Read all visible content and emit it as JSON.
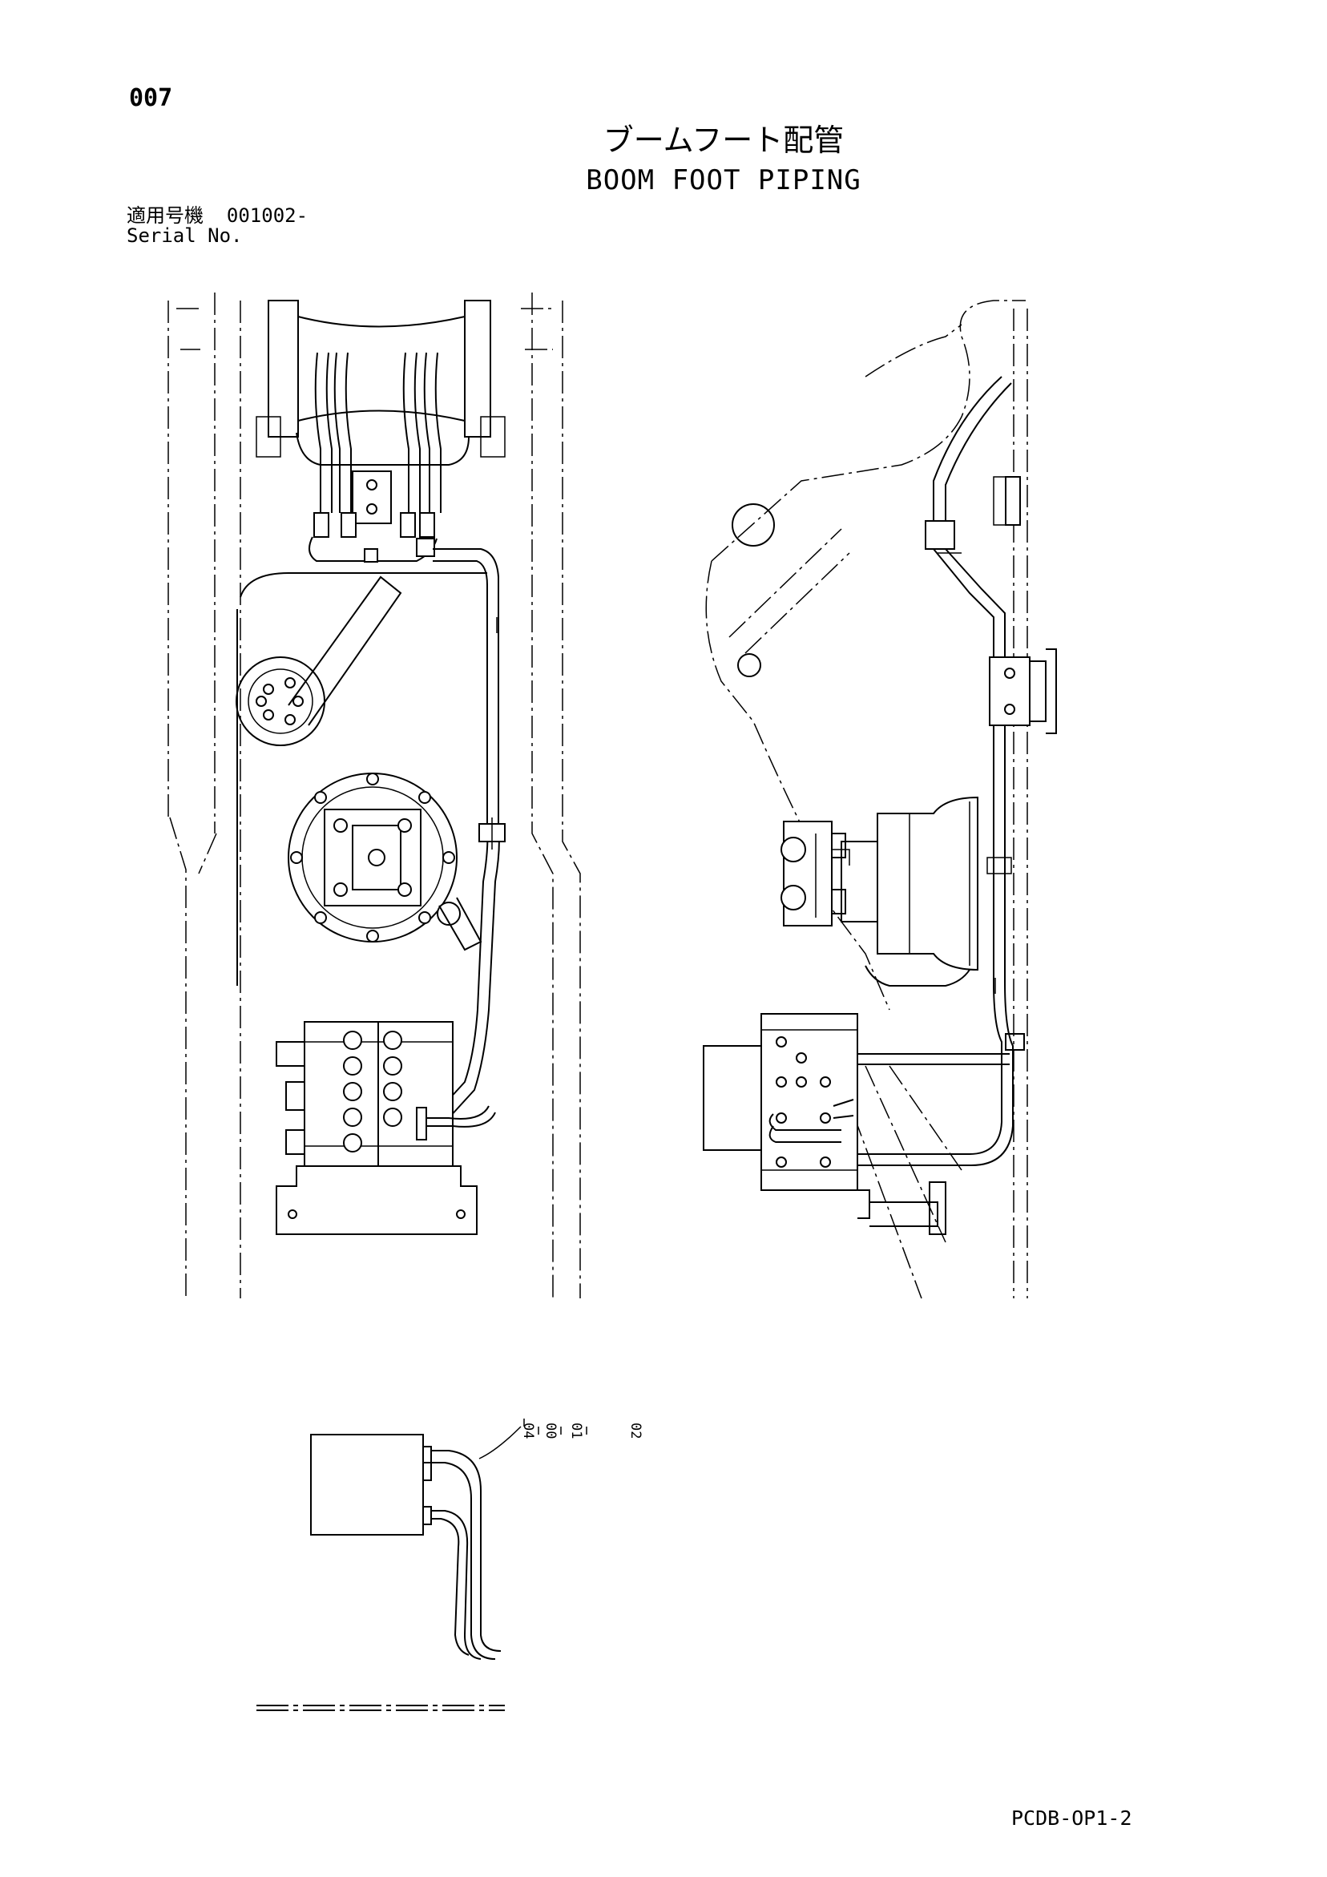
{
  "page": {
    "number": "007",
    "title_ja": "ブームフート配管",
    "title_en": "BOOM FOOT PIPING",
    "serial_label_ja": "適用号機",
    "serial_value": "001002-",
    "serial_label_en": "Serial No.",
    "doc_code": "PCDB-OP1-2"
  },
  "callouts": [
    "04",
    "00",
    "01",
    "02"
  ]
}
